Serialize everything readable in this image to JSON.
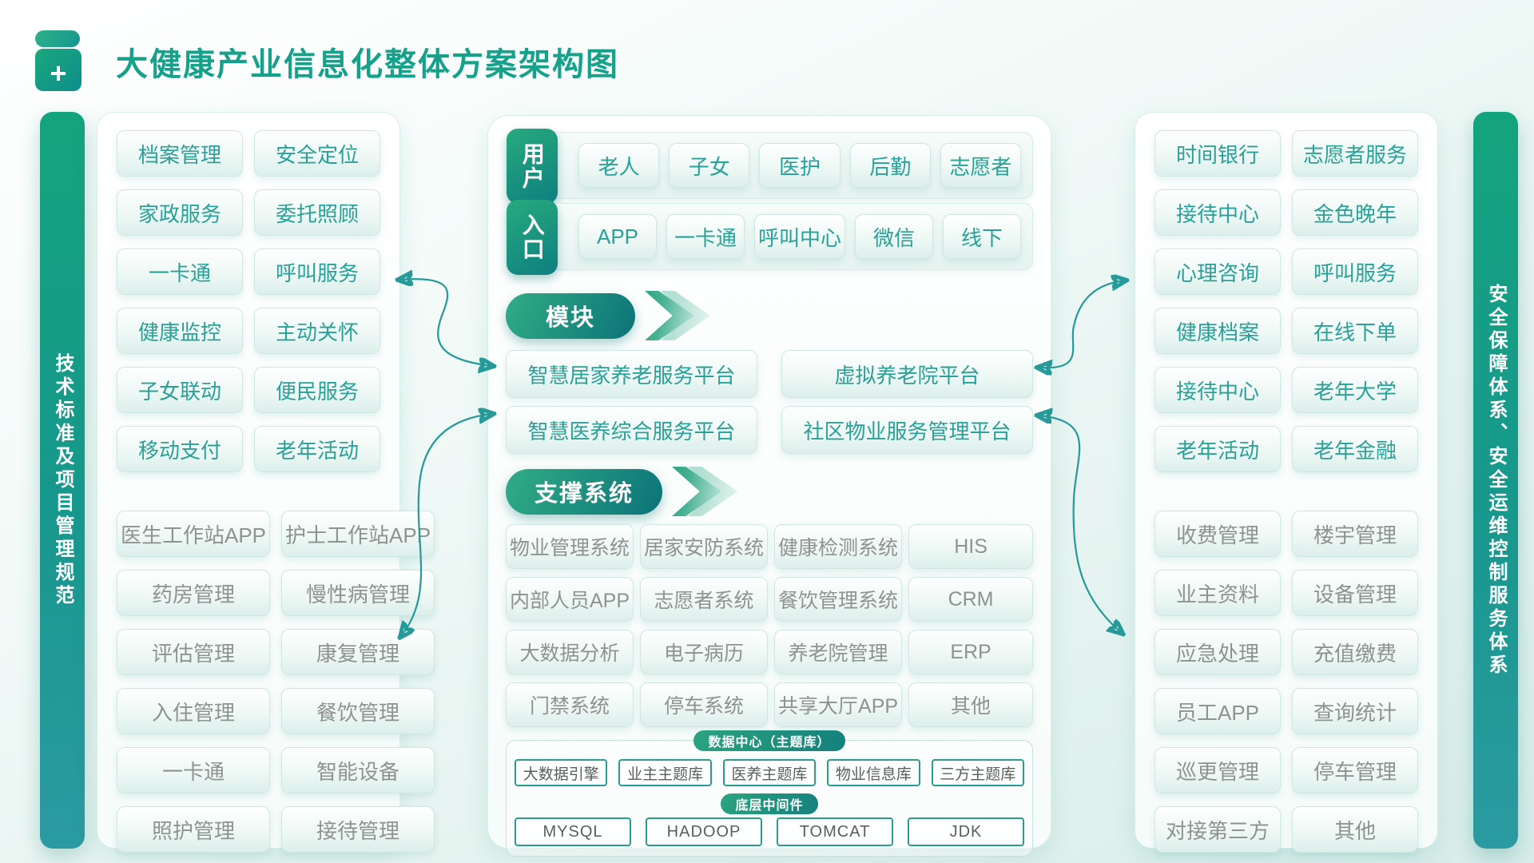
{
  "header": {
    "title": "大健康产业信息化整体方案架构图",
    "logo_plus_icon": "+"
  },
  "left_bar": {
    "label": "技术标准及项目管理规范"
  },
  "right_bar": {
    "label": "安全保障体系、安全运维控制服务体系"
  },
  "left_panel": {
    "group1": [
      "档案管理",
      "安全定位",
      "家政服务",
      "委托照顾",
      "一卡通",
      "呼叫服务",
      "健康监控",
      "主动关怀",
      "子女联动",
      "便民服务",
      "移动支付",
      "老年活动"
    ],
    "group2": [
      "医生工作站APP",
      "护士工作站APP",
      "药房管理",
      "慢性病管理",
      "评估管理",
      "康复管理",
      "入住管理",
      "餐饮管理",
      "一卡通",
      "智能设备",
      "照护管理",
      "接待管理"
    ]
  },
  "center": {
    "user_row": {
      "tab": "用户",
      "items": [
        "老人",
        "子女",
        "医护",
        "后勤",
        "志愿者"
      ]
    },
    "entry_row": {
      "tab": "入口",
      "items": [
        "APP",
        "一卡通",
        "呼叫中心",
        "微信",
        "线下"
      ]
    },
    "module_pill": "模块",
    "modules": [
      "智慧居家养老服务平台",
      "虚拟养老院平台",
      "智慧医养综合服务平台",
      "社区物业服务管理平台"
    ],
    "support_pill": "支撑系统",
    "support_systems": [
      "物业管理系统",
      "居家安防系统",
      "健康检测系统",
      "HIS",
      "内部人员APP",
      "志愿者系统",
      "餐饮管理系统",
      "CRM",
      "大数据分析",
      "电子病历",
      "养老院管理",
      "ERP",
      "门禁系统",
      "停车系统",
      "共享大厅APP",
      "其他"
    ],
    "data_center": {
      "pill": "数据中心（主题库）",
      "items": [
        "大数据引擎",
        "业主主题库",
        "医养主题库",
        "物业信息库",
        "三方主题库"
      ]
    },
    "middleware": {
      "pill": "底层中间件",
      "items": [
        "MYSQL",
        "HADOOP",
        "TOMCAT",
        "JDK"
      ]
    }
  },
  "right_panel": {
    "group1": [
      "时间银行",
      "志愿者服务",
      "接待中心",
      "金色晚年",
      "心理咨询",
      "呼叫服务",
      "健康档案",
      "在线下单",
      "接待中心",
      "老年大学",
      "老年活动",
      "老年金融"
    ],
    "group2": [
      "收费管理",
      "楼宇管理",
      "业主资料",
      "设备管理",
      "应急处理",
      "充值缴费",
      "员工APP",
      "查询统计",
      "巡更管理",
      "停车管理",
      "对接第三方",
      "其他"
    ]
  },
  "colors": {
    "accent_green": "#13a47e",
    "accent_teal": "#0f7e80",
    "text_teal": "#2aa198",
    "text_gray": "#8e9392",
    "title": "#16a18b",
    "arrow": "#259a99"
  }
}
